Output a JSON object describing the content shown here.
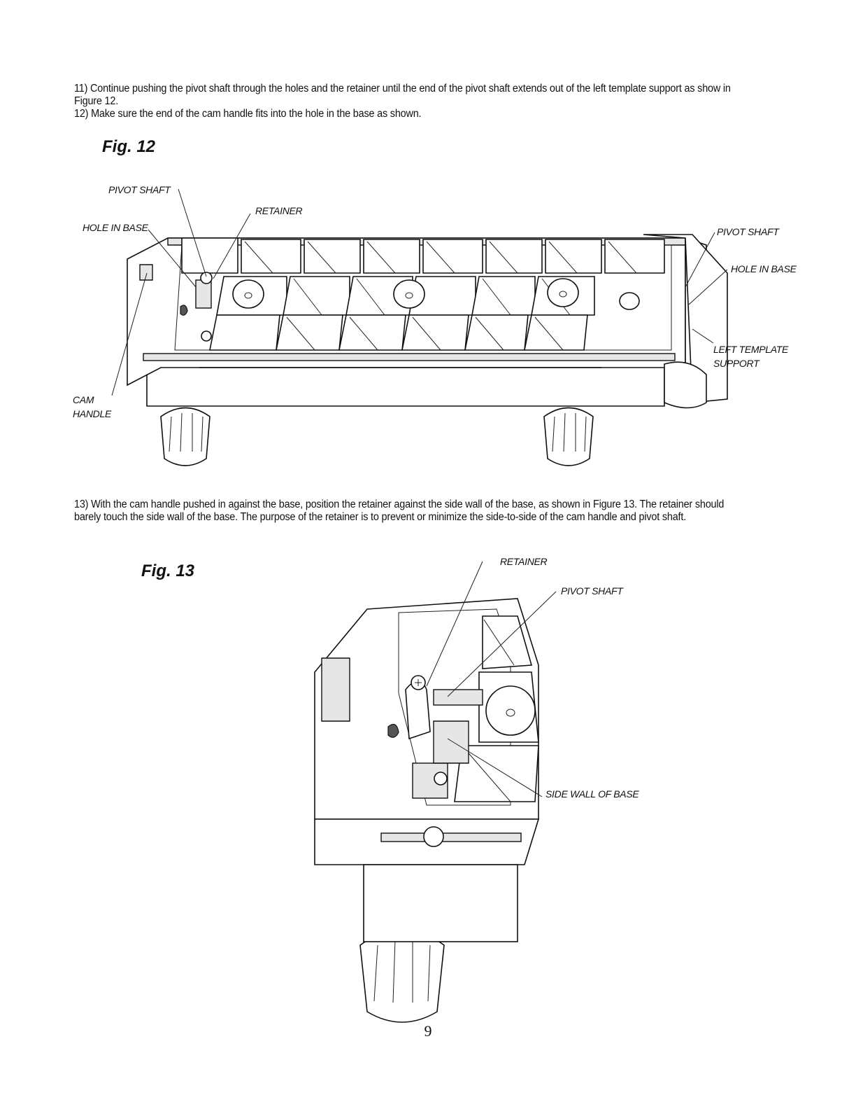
{
  "steps": {
    "step11": "11) Continue pushing the pivot shaft through the holes and the retainer until the end of the pivot shaft extends out of the left template support as show in Figure 12.",
    "step12": "12) Make sure the end of the cam handle fits into the hole in the base as shown.",
    "step13": "13) With the cam handle pushed in against the base, position the retainer against the side wall of the base, as shown in Figure 13. The retainer should barely touch the side wall of the base. The purpose of the retainer is to prevent or minimize the side-to-side of the cam handle and pivot shaft."
  },
  "figure12": {
    "title": "Fig. 12",
    "labels": {
      "pivot_shaft_left": "PIVOT SHAFT",
      "retainer": "RETAINER",
      "hole_in_base_left": "HOLE IN BASE",
      "pivot_shaft_right": "PIVOT SHAFT",
      "hole_in_base_right": "HOLE IN BASE",
      "left_template_support_line1": "LEFT TEMPLATE",
      "left_template_support_line2": "SUPPORT",
      "cam_handle_line1": "CAM",
      "cam_handle_line2": "HANDLE"
    }
  },
  "figure13": {
    "title": "Fig. 13",
    "labels": {
      "retainer": "RETAINER",
      "pivot_shaft": "PIVOT SHAFT",
      "side_wall_of_base": "SIDE WALL OF BASE"
    }
  },
  "page_number": "9"
}
